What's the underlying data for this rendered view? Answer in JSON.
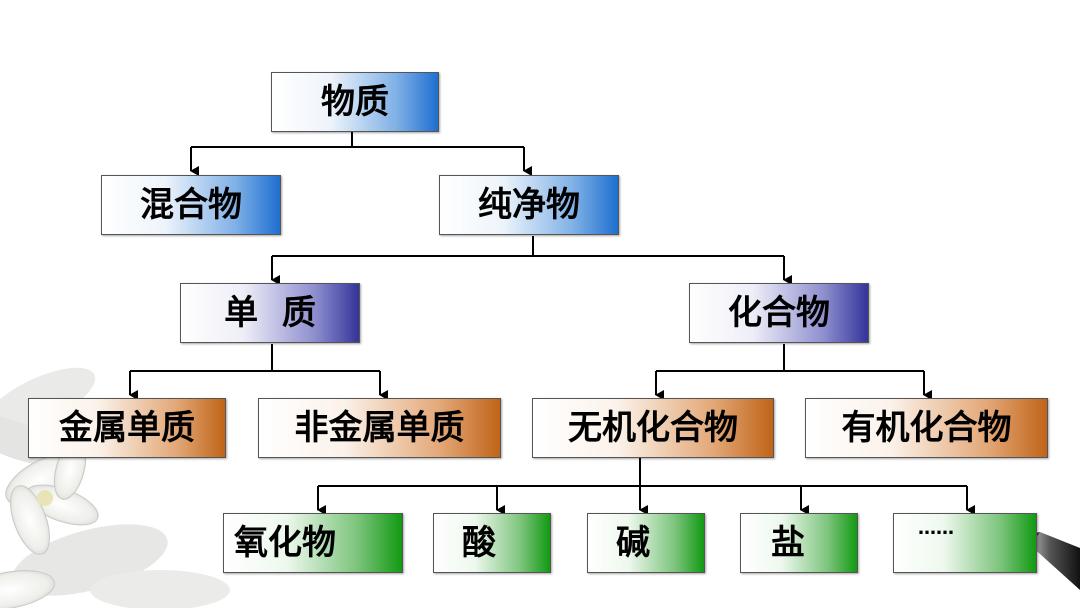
{
  "diagram": {
    "root": "物质",
    "level1": {
      "mixture": "混合物",
      "pure": "纯净物"
    },
    "level2": {
      "element": "单  质",
      "compound": "化合物"
    },
    "level3": {
      "metal": "金属单质",
      "nonmetal": "非金属单质",
      "inorganic": "无机化合物",
      "organic": "有机化合物"
    },
    "level4": {
      "oxide": "氧化物",
      "acid": "酸",
      "base": "碱",
      "salt": "盐",
      "more": "……"
    }
  },
  "colors": {
    "blue": "#1f6fd0",
    "purple": "#34349a",
    "orange": "#c06418",
    "green": "#129a12",
    "connector": "#000000"
  }
}
